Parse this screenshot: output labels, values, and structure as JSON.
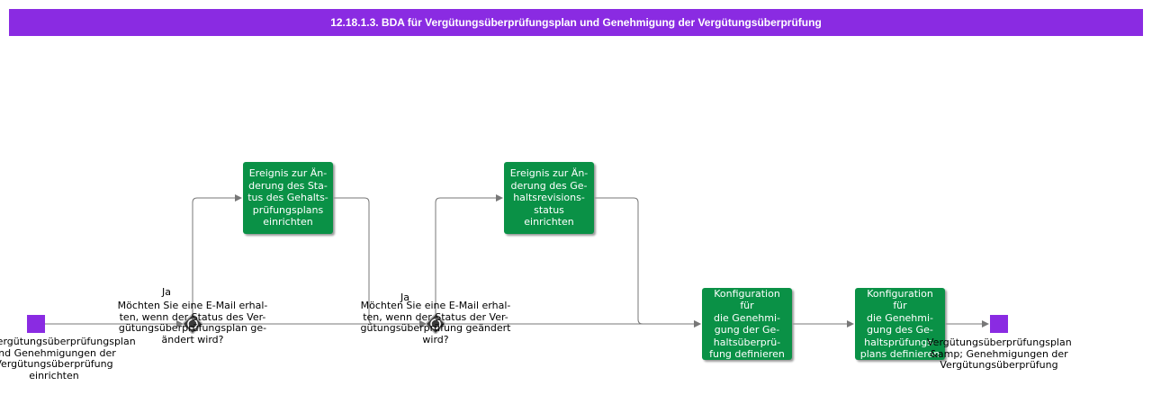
{
  "title": "12.18.1.3. BDA für Vergütungsüberprüfungsplan und Genehmigung der Vergütungsüberprüfung",
  "start_event": {
    "label": "Vergütungsüberprüfungsplan und Genehmigungen der Vergütungsüberprüfung einrichten"
  },
  "end_event": {
    "label": "Vergütungsüberprüfungsplan\n&amp; Genehmigungen der\nVergütungsüberprüfung"
  },
  "gateways": [
    {
      "question": "Möchten Sie eine E-Mail erhal-\nten, wenn der Status des Ver-\ngütungsüberprüfungsplan ge-\nändert wird?",
      "yes_label": "Ja"
    },
    {
      "question": "Möchten Sie eine E-Mail erhal-\nten, wenn der Status der Ver-\ngütungsüberprüfung geändert\nwird?",
      "yes_label": "Ja"
    }
  ],
  "tasks": [
    {
      "lines": [
        "Ereignis zur Än-",
        "derung des Sta-",
        "tus des Gehalts-",
        "prüfungsplans",
        "einrichten"
      ]
    },
    {
      "lines": [
        "Ereignis zur Än-",
        "derung des Ge-",
        "haltsrevisions-",
        "status einrichten"
      ]
    },
    {
      "lines": [
        "Konfiguration für",
        "die Genehmi-",
        "gung der Ge-",
        "haltsüberprü-",
        "fung definieren"
      ]
    },
    {
      "lines": [
        "Konfiguration für",
        "die Genehmi-",
        "gung des Ge-",
        "haltsprüfungs-",
        "plans definieren"
      ]
    }
  ],
  "colors": {
    "title_bg": "#8a2be2",
    "task_bg": "#0a9146",
    "event": "#8a2be2",
    "edge": "#777777"
  }
}
